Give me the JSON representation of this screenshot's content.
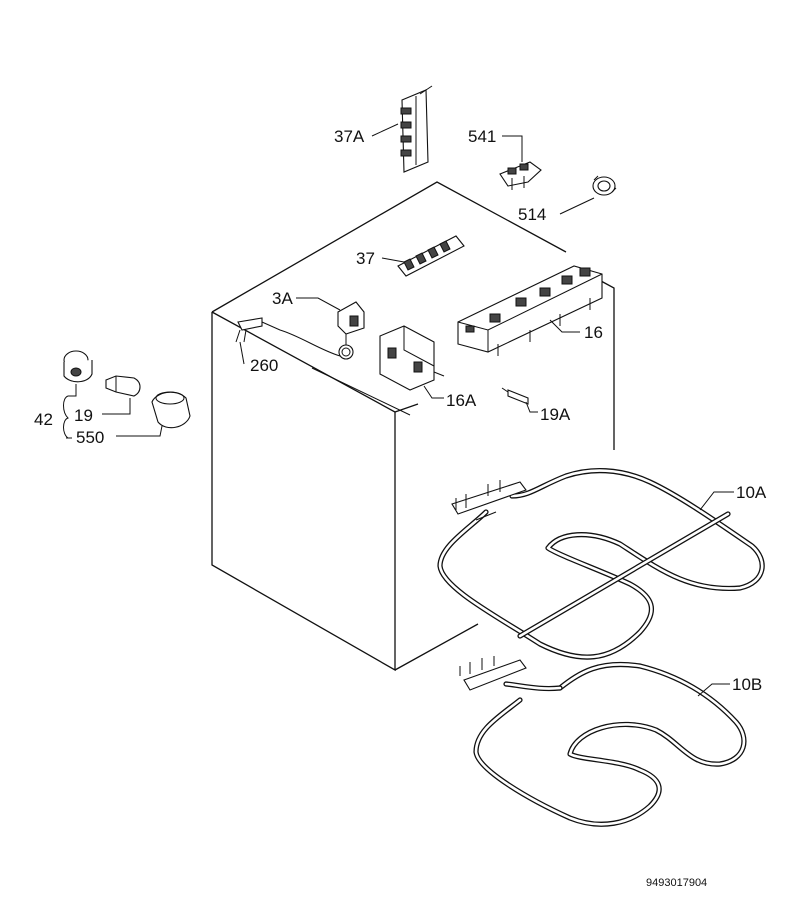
{
  "diagram": {
    "labels": {
      "p37a": "37A",
      "p541": "541",
      "p514": "514",
      "p37": "37",
      "p3a": "3A",
      "p16": "16",
      "p260": "260",
      "p16a": "16A",
      "p19a": "19A",
      "p42": "42",
      "p19": "19",
      "p550": "550",
      "p10a": "10A",
      "p10b": "10B"
    },
    "doc_number": "9493017904"
  }
}
